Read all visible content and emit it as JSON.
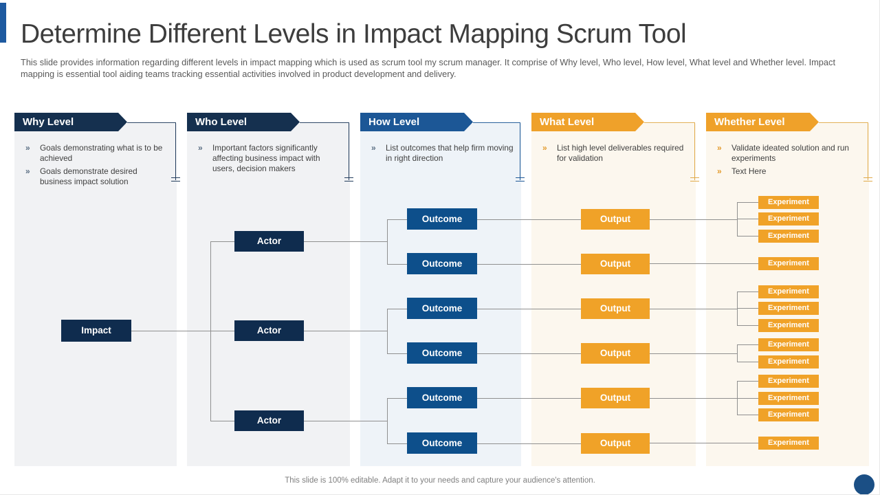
{
  "slide": {
    "title": "Determine Different Levels in Impact Mapping Scrum Tool",
    "description": "This slide provides information regarding different levels in impact mapping which is used as scrum tool my scrum manager. It comprise of Why level, Who level, How level, What level and Whether level. Impact mapping is essential tool aiding teams tracking essential activities involved  in product development  and delivery.",
    "footer": "This slide is 100% editable. Adapt it to your needs and capture your audience's attention."
  },
  "glyphs": {
    "bullet": "»"
  },
  "columns": [
    {
      "header": "Why Level",
      "theme": "navy",
      "bullets": [
        "Goals demonstrating what is to be achieved",
        "Goals demonstrate desired business impact solution"
      ]
    },
    {
      "header": "Who Level",
      "theme": "navy",
      "bullets": [
        "Important factors significantly affecting business impact with users, decision makers"
      ]
    },
    {
      "header": "How Level",
      "theme": "blue",
      "bullets": [
        "List outcomes that help firm moving in right direction"
      ]
    },
    {
      "header": "What Level",
      "theme": "orange",
      "bullets": [
        "List high level deliverables required for validation"
      ]
    },
    {
      "header": "Whether Level",
      "theme": "orange",
      "bullets": [
        "Validate ideated solution and run experiments",
        "Text Here"
      ]
    }
  ],
  "diagram": {
    "impact_label": "Impact",
    "actor_label": "Actor",
    "outcome_label": "Outcome",
    "output_label": "Output",
    "experiment_label": "Experiment",
    "structure": {
      "actors_per_impact": 3,
      "outcomes_per_actor": 2,
      "experiments_per_output": [
        3,
        1,
        3,
        2,
        3,
        1
      ]
    }
  },
  "colors": {
    "navy_dark": "#0f2c4e",
    "navy_header": "#15304f",
    "blue_header": "#1c5796",
    "blue_box": "#0d4f8b",
    "orange": "#f0a228",
    "panel_gray": "#f1f2f4",
    "panel_blue": "#eef3f8",
    "panel_cream": "#fcf7ee",
    "connector_gray": "#8f8f8f",
    "accent_bar_blue": "#1e5aa0",
    "corner_circle_blue": "#1b4f85",
    "title_text": "#3d3d3d",
    "body_text": "#595959"
  }
}
